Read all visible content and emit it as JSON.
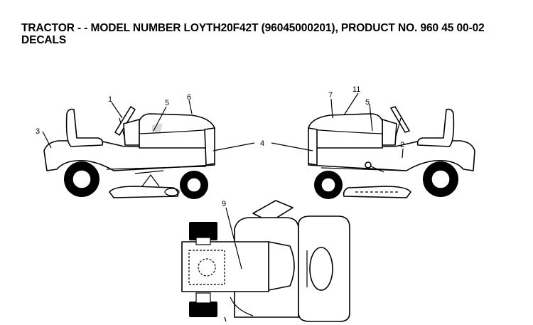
{
  "header": {
    "line1": "TRACTOR - - MODEL NUMBER LOYTH20F42T (96045000201), PRODUCT NO. 960 45 00-02",
    "line2": "DECALS"
  },
  "callouts": [
    {
      "id": "c1",
      "text": "1"
    },
    {
      "id": "c2",
      "text": "2"
    },
    {
      "id": "c3",
      "text": "3"
    },
    {
      "id": "c4",
      "text": "4"
    },
    {
      "id": "c5a",
      "text": "5"
    },
    {
      "id": "c5b",
      "text": "5"
    },
    {
      "id": "c6",
      "text": "6"
    },
    {
      "id": "c7",
      "text": "7"
    },
    {
      "id": "c9",
      "text": "9"
    },
    {
      "id": "c11",
      "text": "11"
    }
  ]
}
